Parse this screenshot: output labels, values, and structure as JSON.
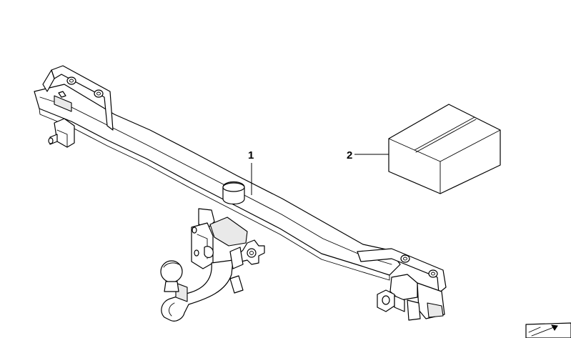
{
  "callouts": [
    {
      "number": "1",
      "part": "towbar"
    },
    {
      "number": "2",
      "part": "box"
    }
  ],
  "icons": {
    "corner": "arrow-icon"
  },
  "colors": {
    "line": "#000000",
    "background": "#ffffff",
    "shade": "#e9e9e9"
  }
}
